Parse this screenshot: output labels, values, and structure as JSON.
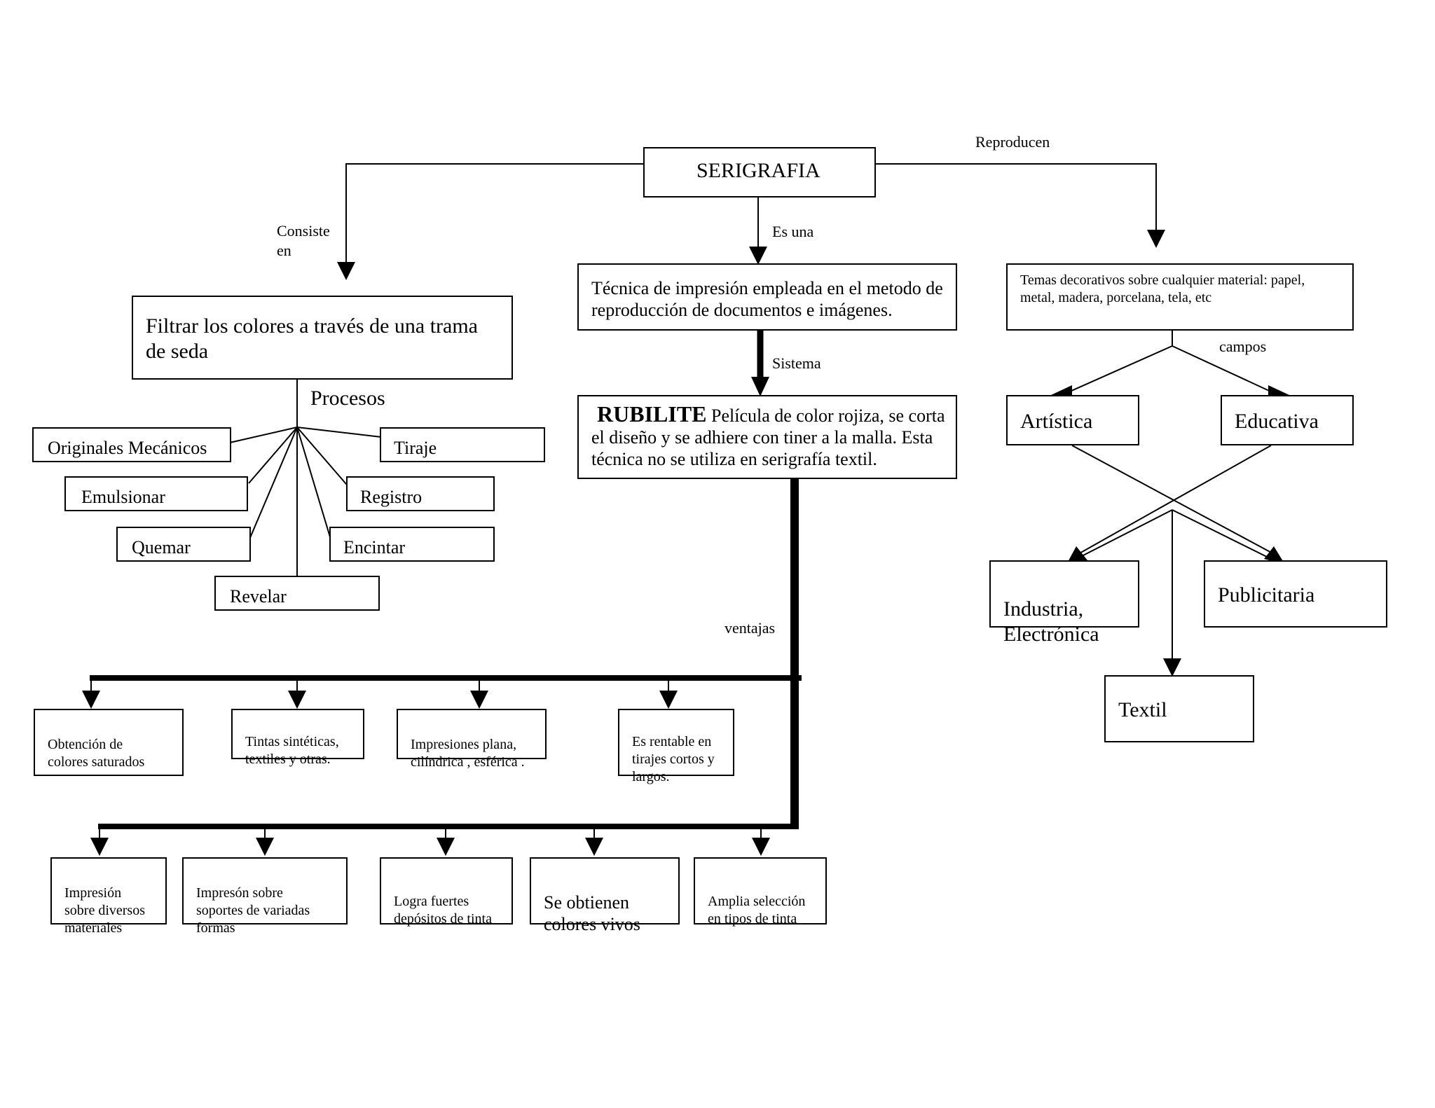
{
  "title": "SERIGRAFIA",
  "labels": {
    "consiste": "Consiste\n en",
    "es_una": "Es una",
    "reproducen": "Reproducen",
    "procesos": "Procesos",
    "sistema": "Sistema",
    "campos": "campos",
    "ventajas": "ventajas"
  },
  "left": {
    "definition": "Filtrar los colores a través de una trama de seda",
    "processes": {
      "originales": "Originales Mecánicos",
      "emulsionar": "Emulsionar",
      "quemar": "Quemar",
      "revelar": "Revelar",
      "tiraje": "Tiraje",
      "registro": "Registro",
      "encintar": "Encintar"
    }
  },
  "center": {
    "tecnica": "Técnica de impresión empleada en el metodo de reproducción de documentos e imágenes.",
    "rubilite_title": "RUBILITE",
    "rubilite_text": " Película de color rojiza, se corta el diseño y se adhiere con tiner a la malla. Esta técnica no se utiliza en serigrafía textil."
  },
  "right": {
    "temas": "Temas decorativos sobre cualquier material: papel, metal, madera, porcelana, tela, etc",
    "artistica": "Artística",
    "educativa": "Educativa",
    "industria": "Industria,\nElectrónica",
    "publicitaria": "Publicitaria",
    "textil": "Textil"
  },
  "advantages_row1": [
    "Obtención de\ncolores saturados",
    "Tintas sintéticas,\ntextiles y otras.",
    "Impresiones plana,\ncilíndrica , esférica .",
    "Es rentable en\ntirajes cortos y\nlargos."
  ],
  "advantages_row2": [
    "Impresión\nsobre diversos\nmateriales",
    "Impresón sobre\nsoportes de variadas\nformas",
    "Logra fuertes\ndepósitos de tinta",
    "Se obtienen\ncolores vivos",
    "Amplia selección\nen tipos de tinta"
  ]
}
